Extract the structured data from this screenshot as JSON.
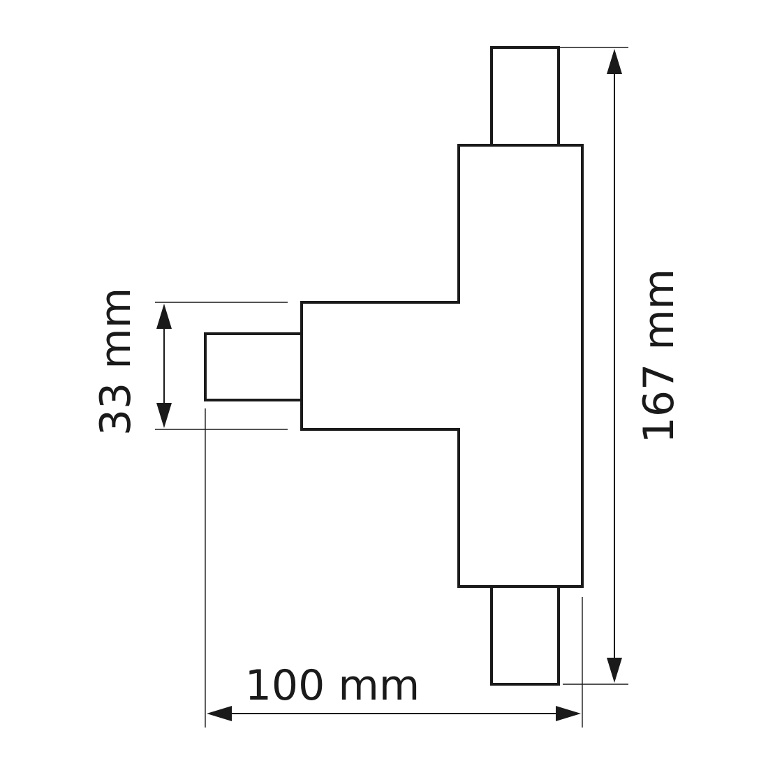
{
  "dimensions": {
    "height_label": "167 mm",
    "left_height_label": "33 mm",
    "width_label": "100 mm"
  },
  "colors": {
    "line": "#1a1a1a",
    "background": "#ffffff"
  }
}
